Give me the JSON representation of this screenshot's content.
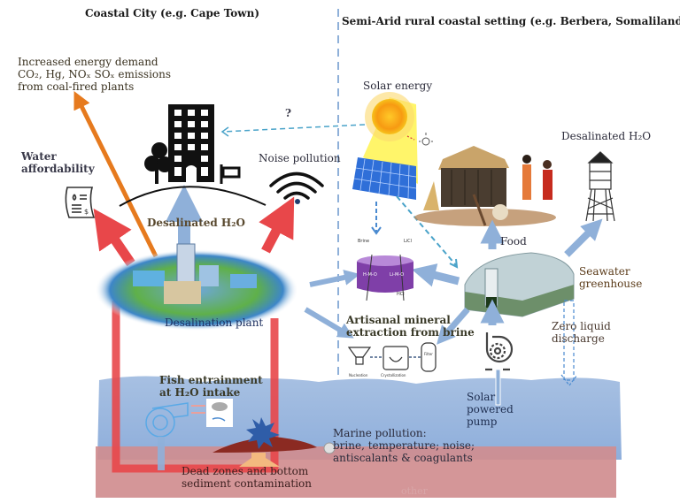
{
  "titles": {
    "left": "Coastal City (e.g. Cape Town)",
    "right": "Semi-Arid rural coastal setting (e.g. Berbera, Somaliland)"
  },
  "labels": {
    "energy_demand": [
      "Increased energy demand",
      "CO₂, Hg, NOₓ SOₓ emissions",
      "from coal-fired plants"
    ],
    "water_affordability": [
      "Water",
      "affordability"
    ],
    "question_mark": "?",
    "noise_pollution": "Noise pollution",
    "desalinated_city": "Desalinated H₂O",
    "desalination_plant": "Desalination plant",
    "solar_energy": "Solar energy",
    "desalinated_rural": "Desalinated H₂O",
    "food": "Food",
    "seawater_greenhouse": [
      "Seawater",
      "greenhouse"
    ],
    "zero_liquid_discharge": [
      "Zero liquid",
      "discharge"
    ],
    "artisanal_extraction": [
      "Artisanal mineral",
      "extraction from brine"
    ],
    "fish_entrainment": [
      "Fish entrainment",
      "at H₂O intake"
    ],
    "solar_pump": [
      "Solar",
      "powered",
      "pump"
    ],
    "marine_pollution": [
      "Marine pollution:",
      "brine, temperature; noise;",
      "antiscalants & coagulants"
    ],
    "dead_zones": [
      "Dead zones and bottom",
      "sediment contamination"
    ],
    "other": "other",
    "electro_cell": {
      "brine": "Brine",
      "licl": "LiCl",
      "hcl": "HCl",
      "left": "H-M-O",
      "right": "Li-M-O"
    },
    "process_steps": [
      "Nucleation",
      "Crystallization",
      "Filter"
    ]
  },
  "icons": {
    "city": "city-building-icon",
    "bill": "water-bill-icon",
    "noise": "noise-waves-icon",
    "sun": "sun-icon",
    "solar_panel": "solar-panel-icon",
    "bulb": "light-bulb-icon",
    "hut": "village-hut-icon",
    "tower": "water-tower-icon",
    "greenhouse": "greenhouse-icon",
    "pump": "pump-icon",
    "intake_pump": "intake-pump-icon",
    "fish": "fish-icon",
    "splash": "pollution-splash-icon"
  },
  "colors": {
    "red_arrow": "#e8474a",
    "orange_arrow": "#e67a1e",
    "blue_arrow": "#8fb0d9",
    "dashed_blue": "#4aa3c9",
    "sea": "#9ab6dc",
    "sediment": "#d08d8f",
    "sun": "#f7a21b",
    "beam": "#fff56a"
  }
}
